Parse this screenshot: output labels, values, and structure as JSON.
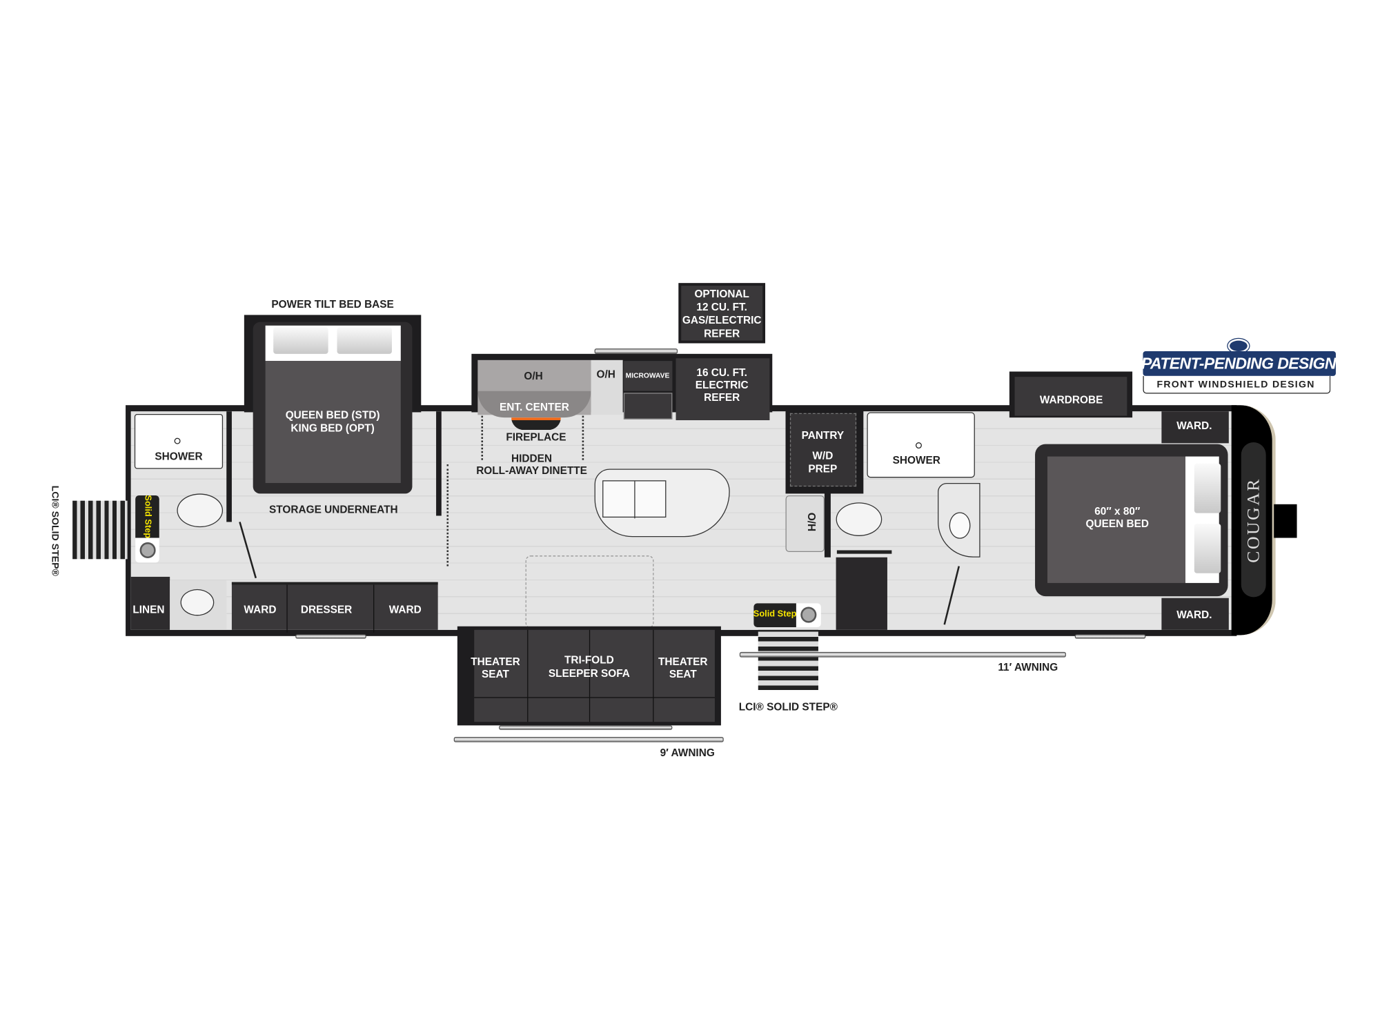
{
  "labels": {
    "power_tilt": "POWER TILT BED BASE",
    "rear_bed": [
      "QUEEN BED (STD)",
      "KING BED (OPT)"
    ],
    "storage": "STORAGE UNDERNEATH",
    "rear_shower": "SHOWER",
    "linen": "LINEN",
    "ward_left": "WARD",
    "dresser": "DRESSER",
    "ward_right": "WARD",
    "rear_step": "LCI® SOLID STEP®",
    "oh_left": "O/H",
    "ent_center": "ENT. CENTER",
    "fireplace": "FIREPLACE",
    "oh_right": "O/H",
    "microwave": "MICROWAVE",
    "refer_16": [
      "16 CU. FT.",
      "ELECTRIC",
      "REFER"
    ],
    "refer_opt": [
      "OPTIONAL",
      "12 CU. FT.",
      "GAS/ELECTRIC",
      "REFER"
    ],
    "dinette": [
      "HIDDEN",
      "ROLL-AWAY DINETTE"
    ],
    "theater_left": [
      "THEATER",
      "SEAT"
    ],
    "sofa": [
      "TRI-FOLD",
      "SLEEPER SOFA"
    ],
    "theater_right": [
      "THEATER",
      "SEAT"
    ],
    "awning_9": "9′  AWNING",
    "pantry": [
      "PANTRY",
      "W/D",
      "PREP"
    ],
    "front_shower": "SHOWER",
    "ho": "H/O",
    "wardrobe": "WARDROBE",
    "ward_top": "WARD.",
    "ward_bottom": "WARD.",
    "front_bed": [
      "60″ x 80″",
      "QUEEN BED"
    ],
    "entry_step": "LCI® SOLID STEP®",
    "awning_11": "11′  AWNING",
    "brand": "COUGAR",
    "solid_step_logo": "Solid Step"
  },
  "badge": {
    "title": "PATENT-PENDING DESIGN",
    "subtitle": "FRONT WINDSHIELD DESIGN",
    "color": "#1f3a6e"
  }
}
